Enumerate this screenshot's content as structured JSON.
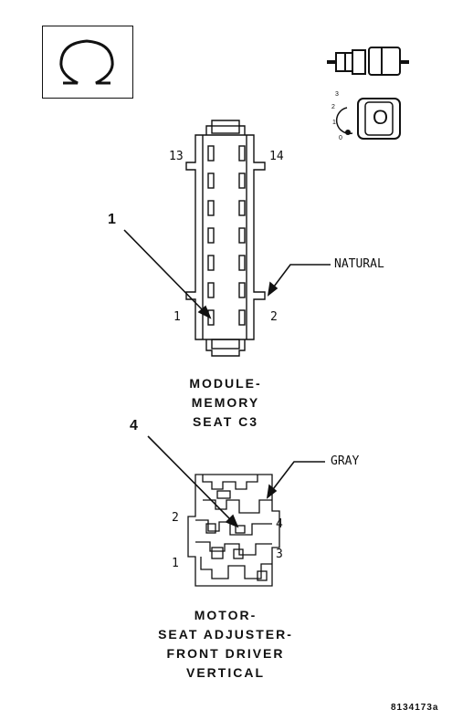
{
  "connector_1": {
    "pin_top_left": "13",
    "pin_top_right": "14",
    "pin_bottom_left": "1",
    "pin_bottom_right": "2",
    "callout_number": "1",
    "color_label": "NATURAL",
    "title_lines": [
      "MODULE-",
      "MEMORY",
      "SEAT C3"
    ]
  },
  "connector_2": {
    "pin_top_left": "2",
    "pin_top_right": "4",
    "pin_bottom_left": "1",
    "pin_bottom_right": "3",
    "callout_number": "4",
    "color_label": "GRAY",
    "title_lines": [
      "MOTOR-",
      "SEAT ADJUSTER-",
      "FRONT DRIVER",
      "VERTICAL"
    ]
  },
  "icons": {
    "ohm_symbol": "ohm-meter-icon",
    "connector_symbol": "connector-disconnect-icon",
    "ignition_symbol": "ignition-off-icon",
    "ignition_positions": [
      "3",
      "2",
      "1",
      "0"
    ],
    "ignition_key_label": "O"
  },
  "figure_code": "8134173a"
}
